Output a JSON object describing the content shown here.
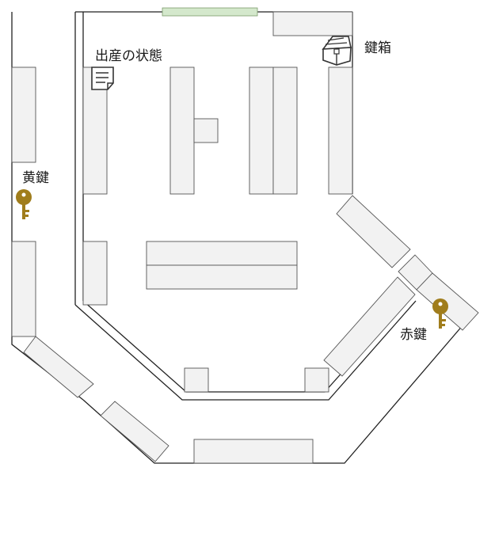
{
  "labels": {
    "birth_status": "出産の状態",
    "key_box": "鍵箱",
    "yellow_key": "黄鍵",
    "red_key": "赤鍵"
  },
  "icons": {
    "document": "document-icon",
    "chest": "treasure-chest-icon",
    "yellow_key": "key-icon",
    "red_key": "key-icon"
  },
  "colors": {
    "key": "#a07d1c",
    "window": "#d4e8cc",
    "shelf": "#f2f2f2"
  }
}
